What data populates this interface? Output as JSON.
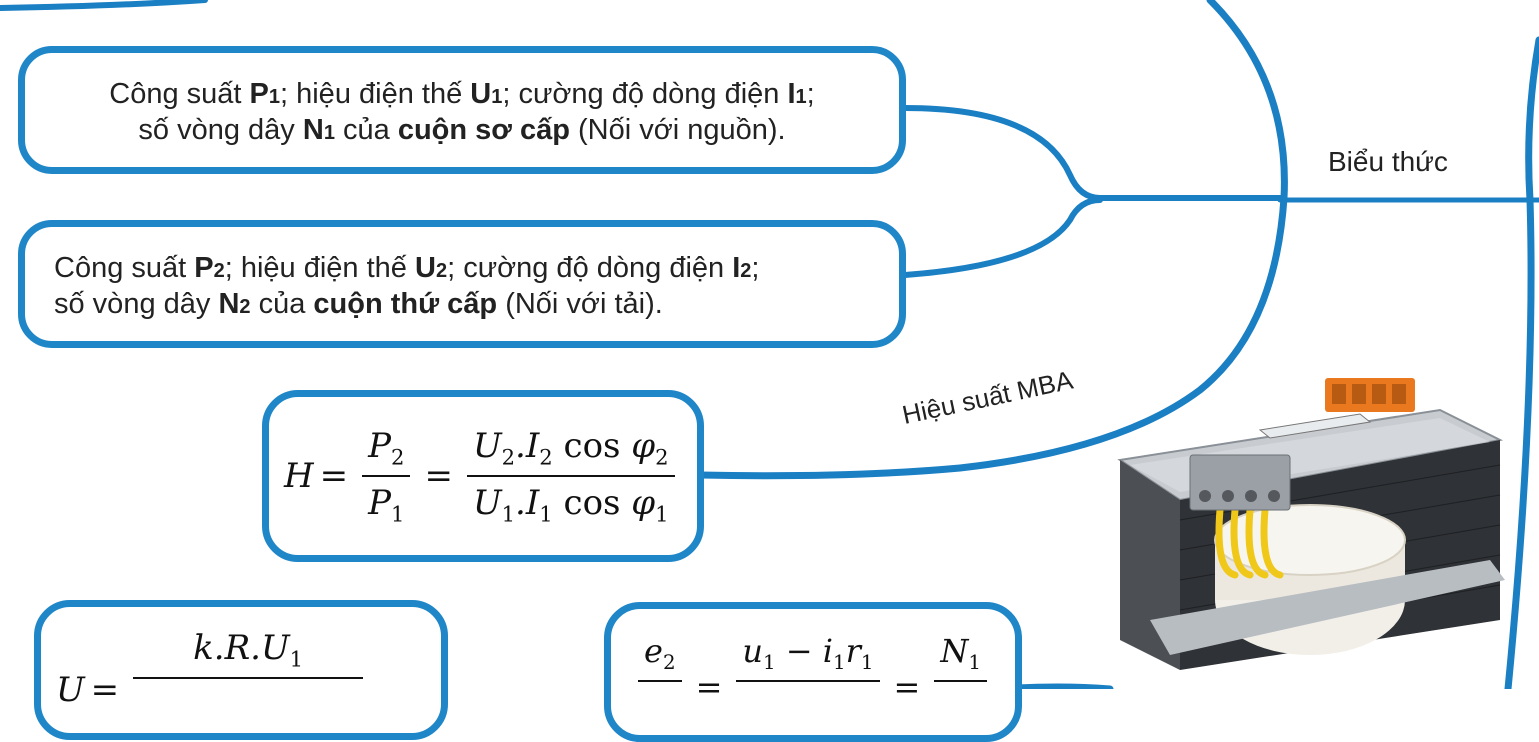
{
  "box1": {
    "line1": {
      "t1": "Công suất ",
      "b1": "P",
      "s1": "1",
      "t2": "; hiệu điện thế ",
      "b2": "U",
      "s2": "1",
      "t3": "; cường độ dòng điện ",
      "b3": "I",
      "s3": "1",
      "t4": ";"
    },
    "line2": {
      "t1": "số vòng dây ",
      "b1": "N",
      "s1": "1",
      "t2": " của ",
      "b2": "cuộn sơ cấp",
      "t3": " (Nối với nguồn)."
    }
  },
  "box2": {
    "line1": {
      "t1": "Công suất ",
      "b1": "P",
      "s1": "2",
      "t2": "; hiệu điện thế ",
      "b2": "U",
      "s2": "2",
      "t3": "; cường độ dòng điện ",
      "b3": "I",
      "s3": "2",
      "t4": ";"
    },
    "line2": {
      "t1": "số vòng dây ",
      "b1": "N",
      "s1": "2",
      "t2": " của ",
      "b2": "cuộn thứ cấp",
      "t3": " (Nối với tải)."
    }
  },
  "branch_labels": {
    "bieu_thuc": "Biểu thức",
    "hieu_suat": "Hiệu suất MBA"
  },
  "efficiency_formula": {
    "lhs": "H",
    "eq": "=",
    "f1_num": "P",
    "f1_num_sub": "2",
    "f1_den": "P",
    "f1_den_sub": "1",
    "f2_num_a": "U",
    "f2_num_a_sub": "2",
    "f2_num_b": ".I",
    "f2_num_b_sub": "2",
    "f2_num_cos": " cos ",
    "f2_num_phi": "φ",
    "f2_num_phi_sub": "2",
    "f2_den_a": "U",
    "f2_den_a_sub": "1",
    "f2_den_b": ".I",
    "f2_den_b_sub": "1",
    "f2_den_cos": " cos ",
    "f2_den_phi": "φ",
    "f2_den_phi_sub": "1"
  },
  "load_formula": {
    "lhs": "U",
    "eq": "=",
    "num": "k.R.U",
    "num_sub": "1"
  },
  "emf_formula": {
    "f1_num": "e",
    "f1_num_sub": "2",
    "eq1": "=",
    "f2_num_a": "u",
    "f2_num_a_sub": "1",
    "f2_num_b": " − i",
    "f2_num_b_sub": "1",
    "f2_num_c": "r",
    "f2_num_c_sub": "1",
    "eq2": "=",
    "f3_num": "N",
    "f3_num_sub": "1"
  },
  "image": {
    "icon": "transformer-photo-icon"
  },
  "colors": {
    "accent": "#1f86c8",
    "text": "#222222"
  }
}
